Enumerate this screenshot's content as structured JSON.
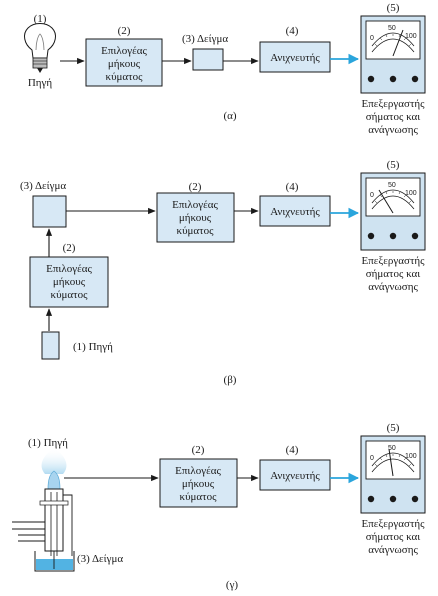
{
  "colors": {
    "box_fill": "#d7e8f5",
    "meter_fill": "#cfe3f1",
    "arrow_blue": "#2aa5dc",
    "line": "#1a1a1a"
  },
  "numbers": {
    "n1": "(1)",
    "n2": "(2)",
    "n3": "(3)",
    "n4": "(4)",
    "n5": "(5)"
  },
  "text": {
    "source": "Πηγή",
    "source_numbered": "(1) Πηγή",
    "sample_numbered": "(3) Δείγμα",
    "selector": [
      "Επιλογέας",
      "μήκους",
      "κύματος"
    ],
    "detector": "Ανιχνευτής",
    "processing": [
      "Επεξεργαστής",
      "σήματος και",
      "ανάγνωσης"
    ],
    "meter_scale": [
      "0",
      "50",
      "100"
    ]
  },
  "panels": {
    "a": {
      "caption": "(α)"
    },
    "b": {
      "caption": "(β)"
    },
    "c": {
      "caption": "(γ)"
    }
  },
  "icons": [
    "light-bulb-icon",
    "flame-burner-icon",
    "meter-dial-icon"
  ]
}
